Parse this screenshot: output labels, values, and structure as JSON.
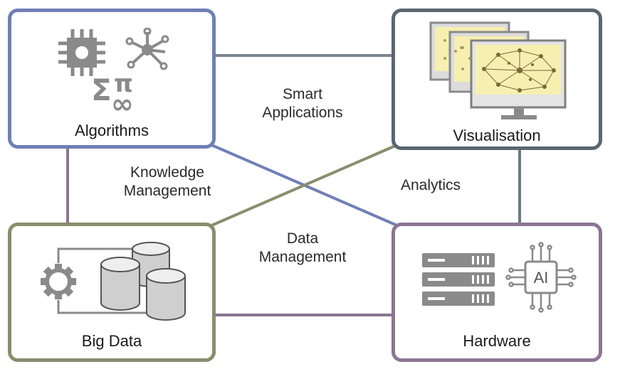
{
  "nodes": {
    "algorithms": {
      "label": "Algorithms",
      "color": "#6f7fb6"
    },
    "visualisation": {
      "label": "Visualisation",
      "color": "#5b6670"
    },
    "big_data": {
      "label": "Big Data",
      "color": "#8a8d6c"
    },
    "hardware": {
      "label": "Hardware",
      "color": "#8c7593"
    }
  },
  "edge_labels": {
    "smart_applications": [
      "Smart",
      "Applications"
    ],
    "knowledge_management": [
      "Knowledge",
      "Management"
    ],
    "analytics": [
      "Analytics"
    ],
    "data_management": [
      "Data",
      "Management"
    ]
  },
  "icons": {
    "ai_chip_text": "AI"
  },
  "colors": {
    "icon_gray": "#8a8a8a",
    "screen_fill": "#f7efb0"
  }
}
